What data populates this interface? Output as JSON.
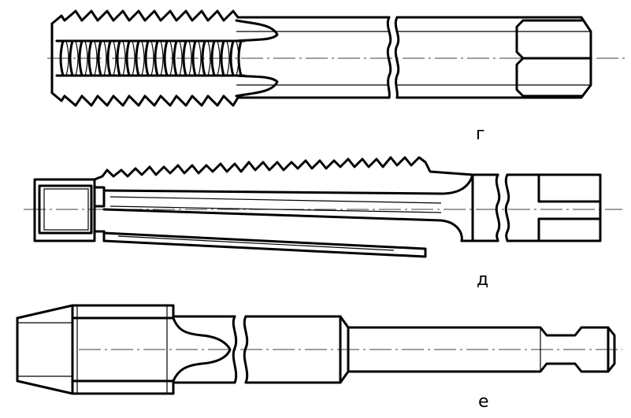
{
  "figures": [
    {
      "id": "g",
      "label": "г"
    },
    {
      "id": "d",
      "label": "д"
    },
    {
      "id": "e",
      "label": "е"
    }
  ]
}
